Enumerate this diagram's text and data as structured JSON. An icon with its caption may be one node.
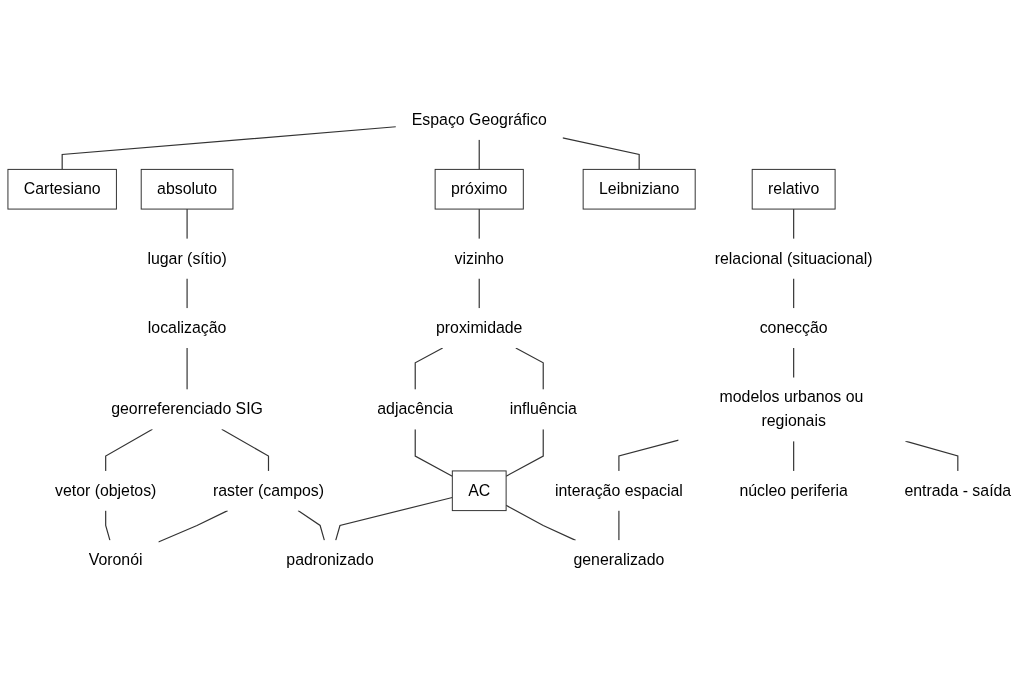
{
  "diagram": {
    "nodes": [
      {
        "text": [
          "Espaço Geográfico"
        ]
      },
      {
        "text": [
          "Cartesiano"
        ]
      },
      {
        "text": [
          "absoluto"
        ]
      },
      {
        "text": [
          "próximo"
        ]
      },
      {
        "text": [
          "Leibniziano"
        ]
      },
      {
        "text": [
          "relativo"
        ]
      },
      {
        "text": [
          "lugar (sítio)"
        ]
      },
      {
        "text": [
          "vizinho"
        ]
      },
      {
        "text": [
          "relacional (situacional)"
        ]
      },
      {
        "text": [
          "localização"
        ]
      },
      {
        "text": [
          "proximidade"
        ]
      },
      {
        "text": [
          "conecção"
        ]
      },
      {
        "text": [
          "georreferenciado SIG"
        ]
      },
      {
        "text": [
          "modelos urbanos ou regionais"
        ]
      },
      {
        "text": [
          "adjacência"
        ]
      },
      {
        "text": [
          "influência"
        ]
      },
      {
        "text": [
          "vetor (objetos)"
        ]
      },
      {
        "text": [
          "raster (campos)"
        ]
      },
      {
        "text": [
          "AC"
        ]
      },
      {
        "text": [
          "interação espacial"
        ]
      },
      {
        "text": [
          "núcleo periferia"
        ]
      },
      {
        "text": [
          "entrada - saída"
        ]
      },
      {
        "text": [
          "Voronói"
        ]
      },
      {
        "text": [
          "padronizado"
        ]
      },
      {
        "text": [
          "generalizado"
        ]
      }
    ],
    "edges": [
      {
        "from": 0,
        "to": 1,
        "arrow": "none"
      },
      {
        "from": 0,
        "to": 3,
        "arrow": "none"
      },
      {
        "from": 0,
        "to": 4,
        "arrow": "none"
      },
      {
        "from": 2,
        "to": 6,
        "arrow": "none"
      },
      {
        "from": 6,
        "to": 9,
        "arrow": "none"
      },
      {
        "from": 9,
        "to": 12,
        "arrow": "none"
      },
      {
        "from": 12,
        "to": 16,
        "arrow": "none"
      },
      {
        "from": 12,
        "to": 17,
        "arrow": "none"
      },
      {
        "from": 16,
        "to": 22,
        "arrow": "none"
      },
      {
        "from": 17,
        "to": 22,
        "arrow": "none"
      },
      {
        "from": 17,
        "to": 23,
        "arrow": "none"
      },
      {
        "from": 3,
        "to": 7,
        "arrow": "none"
      },
      {
        "from": 7,
        "to": 10,
        "arrow": "none"
      },
      {
        "from": 10,
        "to": 14,
        "arrow": "none"
      },
      {
        "from": 10,
        "to": 15,
        "arrow": "none"
      },
      {
        "from": 14,
        "to": 18,
        "arrow": "none"
      },
      {
        "from": 15,
        "to": 18,
        "arrow": "none"
      },
      {
        "from": 18,
        "to": 23,
        "arrow": "none"
      },
      {
        "from": 18,
        "to": 24,
        "arrow": "none"
      },
      {
        "from": 5,
        "to": 8,
        "arrow": "none"
      },
      {
        "from": 8,
        "to": 11,
        "arrow": "none"
      },
      {
        "from": 11,
        "to": 13,
        "arrow": "none"
      },
      {
        "from": 13,
        "to": 19,
        "arrow": "none"
      },
      {
        "from": 13,
        "to": 20,
        "arrow": "none"
      },
      {
        "from": 13,
        "to": 21,
        "arrow": "none"
      },
      {
        "from": 19,
        "to": 24,
        "arrow": "none"
      }
    ]
  }
}
